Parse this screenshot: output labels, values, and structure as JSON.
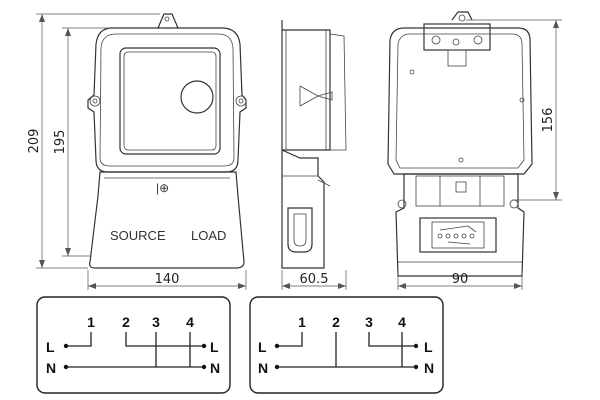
{
  "dimensions": {
    "overall_height": "209",
    "height": "195",
    "width": "140",
    "depth": "60.5",
    "back_width": "90",
    "mount_height": "156"
  },
  "front_labels": {
    "source": "SOURCE",
    "load": "LOAD",
    "symbol": "|⊕"
  },
  "wiring_diagrams": [
    {
      "numbers": [
        "1",
        "2",
        "3",
        "4"
      ],
      "left": {
        "line": "L",
        "neutral": "N"
      },
      "right": {
        "line": "L",
        "neutral": "N"
      }
    },
    {
      "numbers": [
        "1",
        "2",
        "3",
        "4"
      ],
      "left": {
        "line": "L",
        "neutral": "N"
      },
      "right": {
        "line": "L",
        "neutral": "N"
      }
    }
  ]
}
